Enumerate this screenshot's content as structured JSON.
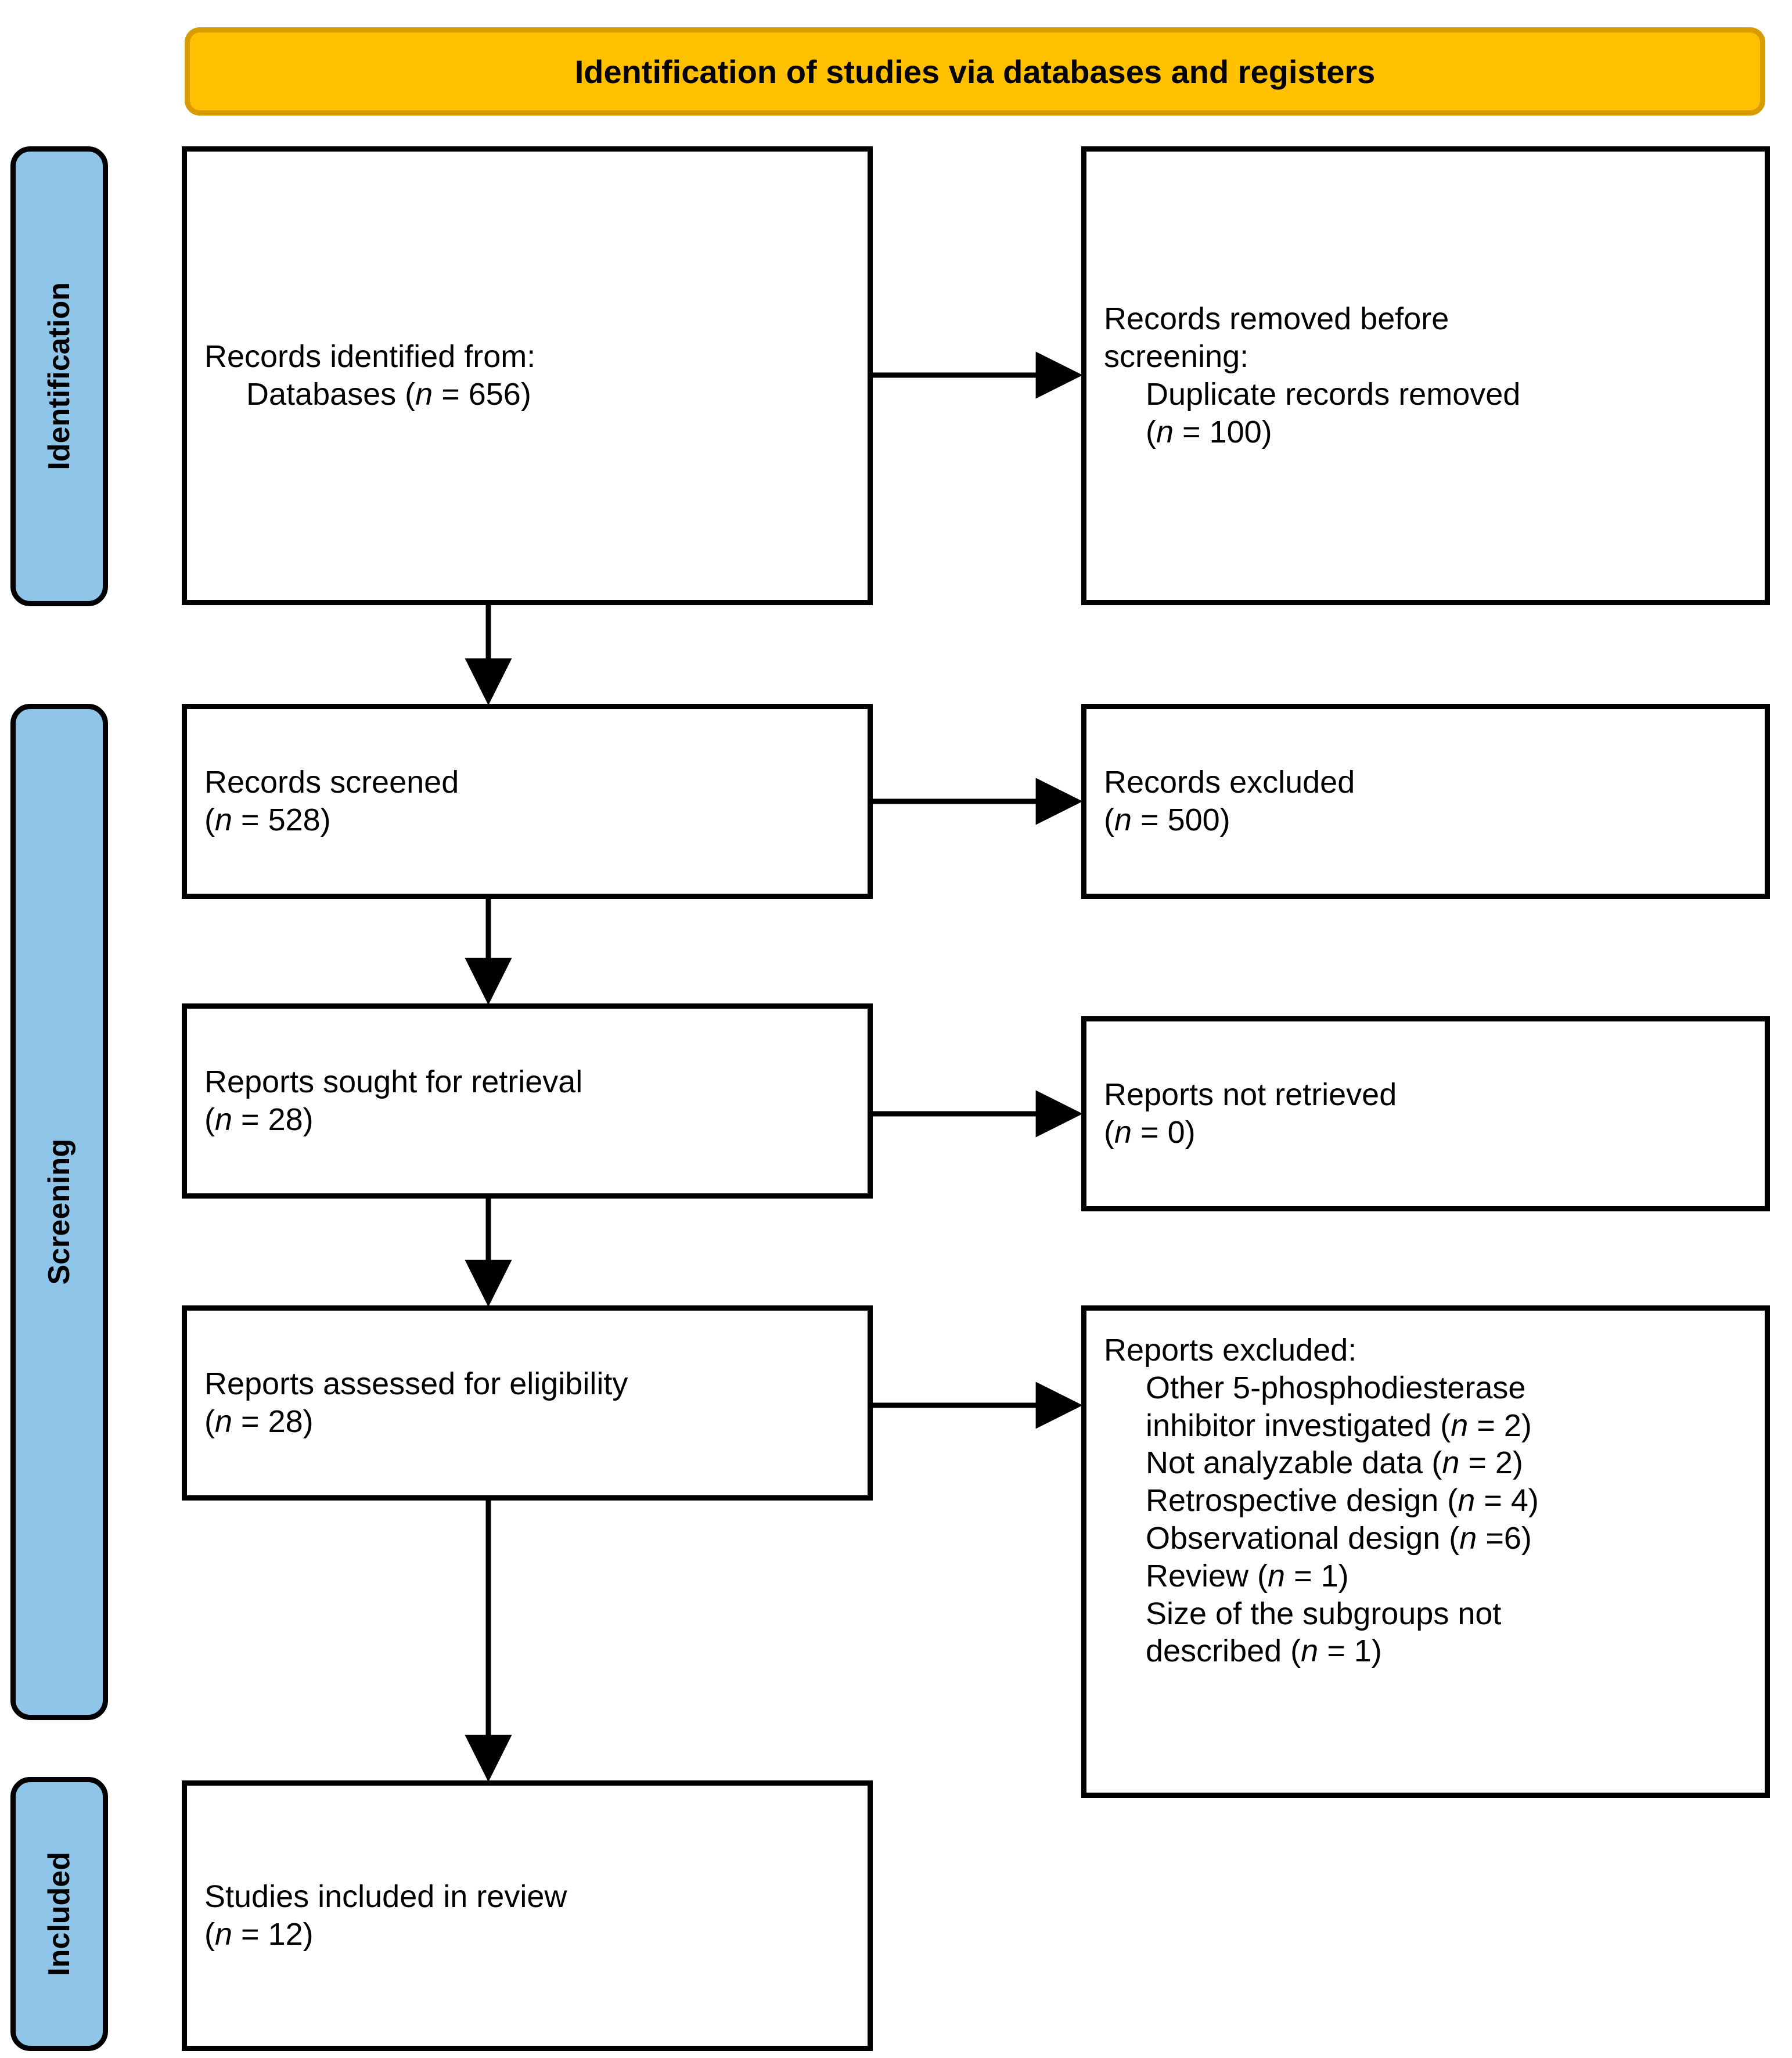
{
  "banner": {
    "title": "Identification of studies via databases and registers",
    "fill": "#FFC000",
    "border": "#D99B02"
  },
  "stages": [
    {
      "name": "identification",
      "label": "Identification",
      "fill": "#8EC5E8"
    },
    {
      "name": "screening",
      "label": "Screening",
      "fill": "#8EC5E8"
    },
    {
      "name": "included",
      "label": "Included",
      "fill": "#8EC5E8"
    }
  ],
  "boxes": {
    "records_identified": {
      "lines": [
        {
          "text": "Records identified from:",
          "indent": 0
        },
        {
          "text": "Databases (n = 656)",
          "indent": 1
        }
      ]
    },
    "records_removed": {
      "lines": [
        {
          "text": "Records removed before",
          "indent": 0
        },
        {
          "text": "screening:",
          "indent": 0
        },
        {
          "text": "Duplicate records removed",
          "indent": 1
        },
        {
          "text": "(n = 100)",
          "indent": 1
        }
      ]
    },
    "records_screened": {
      "lines": [
        {
          "text": "Records screened",
          "indent": 0
        },
        {
          "text": "(n = 528)",
          "indent": 0
        }
      ]
    },
    "records_excluded": {
      "lines": [
        {
          "text": "Records excluded",
          "indent": 0
        },
        {
          "text": "(n = 500)",
          "indent": 0
        }
      ]
    },
    "reports_sought": {
      "lines": [
        {
          "text": "Reports sought for retrieval",
          "indent": 0
        },
        {
          "text": "(n = 28)",
          "indent": 0
        }
      ]
    },
    "reports_not_retrieved": {
      "lines": [
        {
          "text": "Reports not retrieved",
          "indent": 0
        },
        {
          "text": "(n = 0)",
          "indent": 0
        }
      ]
    },
    "reports_assessed": {
      "lines": [
        {
          "text": "Reports assessed for eligibility",
          "indent": 0
        },
        {
          "text": "(n = 28)",
          "indent": 0
        }
      ]
    },
    "reports_excluded": {
      "lines": [
        {
          "text": "Reports excluded:",
          "indent": 0
        },
        {
          "text": "Other 5-phosphodiesterase",
          "indent": 1
        },
        {
          "text": "inhibitor investigated (n = 2)",
          "indent": 1
        },
        {
          "text": "Not analyzable data (n = 2)",
          "indent": 1
        },
        {
          "text": "Retrospective design (n = 4)",
          "indent": 1
        },
        {
          "text": "Observational design (n =6)",
          "indent": 1
        },
        {
          "text": "Review (n = 1)",
          "indent": 1
        },
        {
          "text": "Size of the subgroups not",
          "indent": 1
        },
        {
          "text": "described (n = 1)",
          "indent": 1
        }
      ]
    },
    "studies_included": {
      "lines": [
        {
          "text": "Studies included in review",
          "indent": 0
        },
        {
          "text": "(n = 12)",
          "indent": 0
        }
      ]
    }
  },
  "flow_counts": {
    "databases": 656,
    "duplicates_removed": 100,
    "screened": 528,
    "excluded_at_screening": 500,
    "sought_for_retrieval": 28,
    "not_retrieved": 0,
    "assessed_for_eligibility": 28,
    "other_pde5_inhibitor": 2,
    "not_analyzable_data": 2,
    "retrospective_design": 4,
    "observational_design": 6,
    "review": 1,
    "subgroup_size_not_described": 1,
    "included_in_review": 12
  }
}
